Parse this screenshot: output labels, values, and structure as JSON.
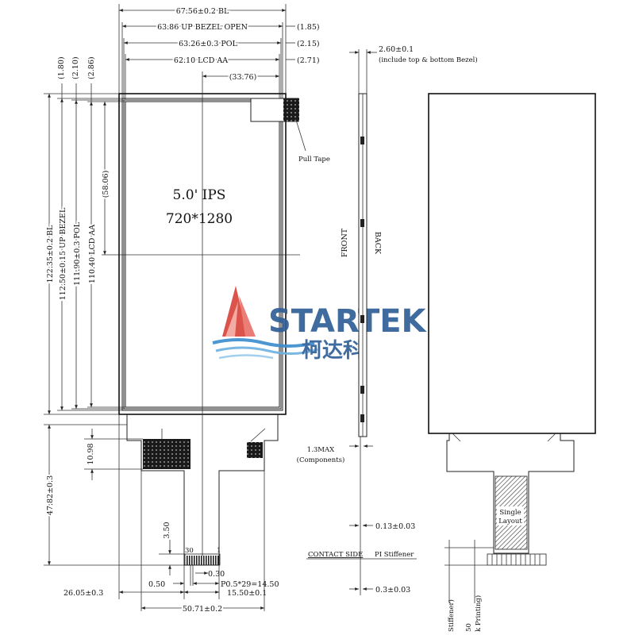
{
  "front_view": {
    "dim_bl_width": "67.56±0.2 BL",
    "dim_up_bezel_open": "63.86 UP BEZEL OPEN",
    "dim_pol_width": "63.26±0.3 POL",
    "dim_lcd_aa_width": "62.10 LCD AA",
    "dim_center_offset": "(33.76)",
    "ref_1_85": "(1.85)",
    "ref_2_15": "(2.15)",
    "ref_2_71": "(2.71)",
    "ref_top_1_80": "(1.80)",
    "ref_top_2_10": "(2.10)",
    "ref_top_2_86": "(2.86)",
    "dim_center_height": "(58.06)",
    "dim_bl_height": "122.35±0.2 BL",
    "dim_up_bezel_height": "112.50±0.15 UP BEZEL",
    "dim_pol_height": "111.90±0.3 POL",
    "dim_lcd_aa_height": "110.40 LCD AA",
    "screen_size": "5.0' IPS",
    "resolution": "720*1280",
    "pull_tape": "Pull Tape",
    "dim_ic_height": "10.98",
    "dim_fpc_length": "47.82±0.3",
    "dim_finger_length": "3.50",
    "pin_left": "30",
    "pin_right": "1",
    "dim_pin_width": "0.30",
    "dim_pitch": "P0.5*29=14.50",
    "dim_edge": "0.50",
    "dim_left_offset": "26.05±0.3",
    "dim_connector": "15.50±0.1",
    "dim_fpc_width": "50.71±0.2"
  },
  "side_view": {
    "thickness": "2.60±0.1",
    "thickness_note": "(include top & bottom Bezel)",
    "front": "FRONT",
    "back": "BACK",
    "components_max": "1.3MAX",
    "components": "(Components)",
    "fpc_thickness": "0.13±0.03",
    "contact_side": "CONTACT SIDE",
    "pi_stiffener": "PI Stiffener",
    "stiffener_thickness": "0.3±0.03"
  },
  "back_view": {
    "single_layout_line1": "Single",
    "single_layout_line2": "Layout",
    "stiffener_label": "Stiffener)",
    "value_50": "50",
    "printing_label": "k Printing)"
  },
  "watermark": {
    "brand": "STARTEK",
    "chinese": "柯达科",
    "colors": {
      "red": "#d9453c",
      "blue": "#2f5f97",
      "wave": "#3d8ecf"
    }
  }
}
